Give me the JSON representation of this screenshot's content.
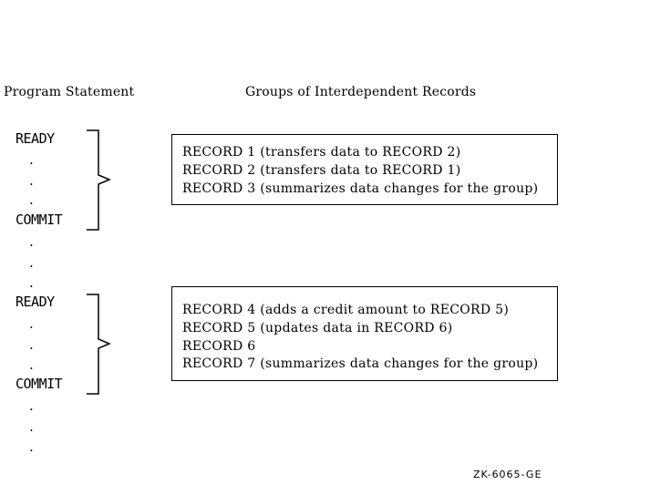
{
  "headers": {
    "left": "Program Statement",
    "right": "Groups of Interdependent Records"
  },
  "statements": {
    "ready": "READY",
    "commit": "COMMIT",
    "dot": "."
  },
  "groups": [
    {
      "records": [
        "RECORD 1 (transfers data to RECORD 2)",
        "RECORD 2 (transfers data to RECORD 1)",
        "RECORD 3 (summarizes data changes for the group)"
      ]
    },
    {
      "records": [
        "RECORD 4 (adds a credit amount to RECORD 5)",
        "RECORD 5 (updates data in RECORD 6)",
        "RECORD 6",
        "RECORD 7 (summarizes data changes for the group)"
      ]
    }
  ],
  "figure_id": "ZK-6065-GE"
}
